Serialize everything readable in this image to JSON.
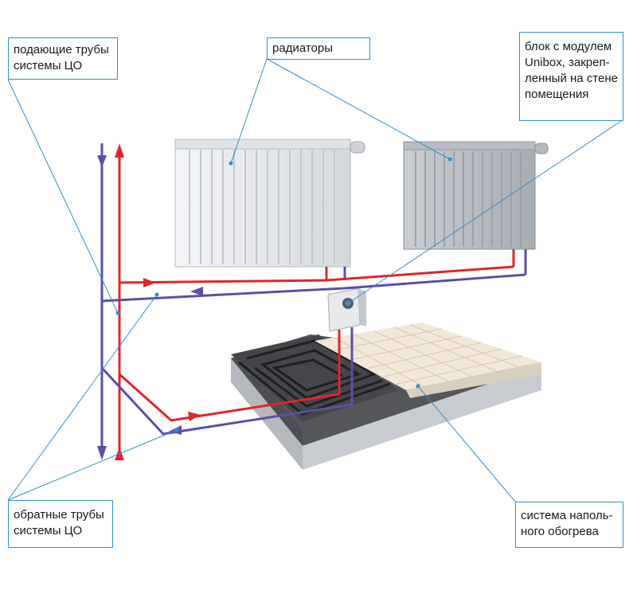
{
  "labels": {
    "supply_pipes": [
      "подающие трубы",
      "системы ЦО"
    ],
    "radiators": [
      "радиаторы"
    ],
    "unibox": [
      "блок с модулем",
      "Unibox, закреп-",
      "ленный на стене",
      "помещения"
    ],
    "return_pipes": [
      "обратные трубы",
      "системы ЦО"
    ],
    "floor_heating": [
      "система наполь-",
      "ного обогрева"
    ]
  },
  "colors": {
    "supply": "#e3242b",
    "return": "#5a4fa8",
    "leader": "#2f8fd0",
    "radiator": "#e9ebee",
    "screed": "#4a4b4f",
    "tile": "#efe6d6",
    "slab": "#b8bcc1"
  }
}
